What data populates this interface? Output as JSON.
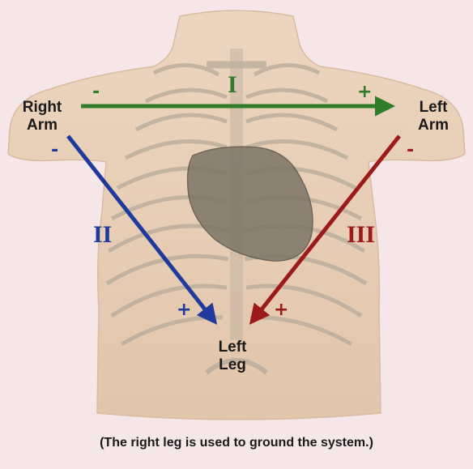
{
  "labels": {
    "right_arm_line1": "Right",
    "right_arm_line2": "Arm",
    "left_arm_line1": "Left",
    "left_arm_line2": "Arm",
    "left_leg_line1": "Left",
    "left_leg_line2": "Leg"
  },
  "leads": [
    {
      "numeral": "I",
      "negative": "-",
      "positive": "+",
      "color": "#2f7d2a"
    },
    {
      "numeral": "II",
      "negative": "-",
      "positive": "+",
      "color": "#1f3a9c"
    },
    {
      "numeral": "III",
      "negative": "-",
      "positive": "+",
      "color": "#9c1a1a"
    }
  ],
  "caption": "(The right leg is used to ground the system.)",
  "colors": {
    "background": "#f5e6e8",
    "skin": "#e8cfb6",
    "bone": "#b7aa9a",
    "heart": "#7d7568"
  },
  "icons": [
    "torso-illustration",
    "ribcage-illustration",
    "heart-illustration"
  ]
}
